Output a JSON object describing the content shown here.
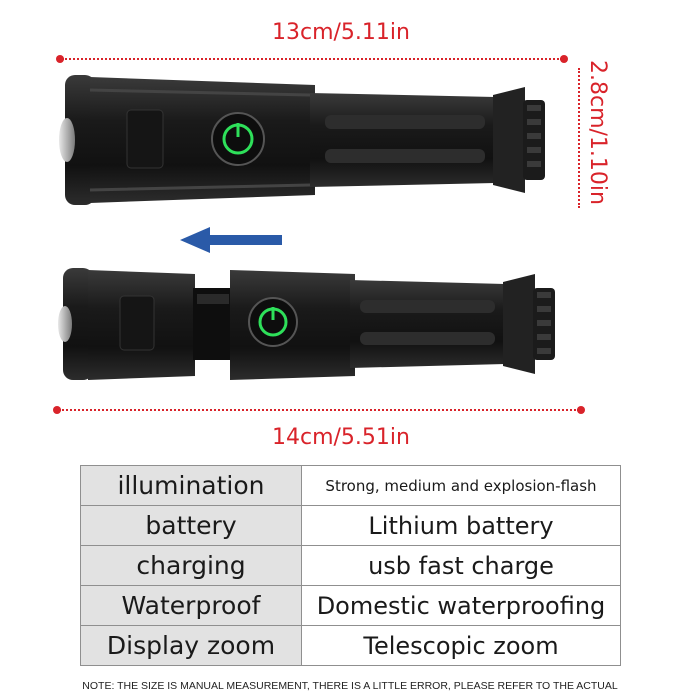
{
  "dimensions": {
    "top_length": "13cm/5.11in",
    "bottom_length": "14cm/5.51in",
    "diameter": "2.8cm/1.10in"
  },
  "colors": {
    "dimension": "#d9232a",
    "arrow": "#2a5aa8",
    "power_ring": "#2ee05a",
    "body": "#1c1c1c"
  },
  "icons": [
    "power-icon",
    "arrow-left-icon"
  ],
  "specs": [
    {
      "key": "illumination",
      "value": "Strong, medium and explosion-flash"
    },
    {
      "key": "battery",
      "value": "Lithium battery"
    },
    {
      "key": "charging",
      "value": "usb fast charge"
    },
    {
      "key": "Waterproof",
      "value": "Domestic waterproofing"
    },
    {
      "key": "Display zoom",
      "value": "Telescopic zoom"
    }
  ],
  "note": "NOTE: THE SIZE IS MANUAL MEASUREMENT, THERE IS A LITTLE ERROR, PLEASE REFER TO THE ACTUAL"
}
